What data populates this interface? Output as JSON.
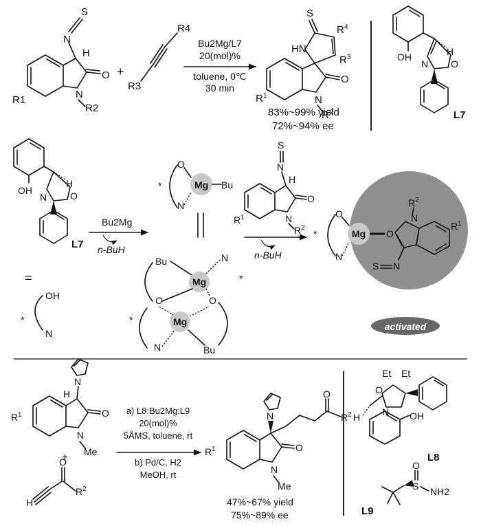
{
  "scheme1": {
    "reagents_line1": "Bu2Mg/L7",
    "reagents_line2": "20(mol)%",
    "conditions_line1": "toluene, 0℃",
    "conditions_line2": "30 min",
    "yield": "83%~99% yield",
    "ee": "72%~94% ee",
    "ligand_label": "L7",
    "substituents": {
      "R1": "R1",
      "R2": "R2",
      "R3": "R3",
      "R4": "R4"
    }
  },
  "mechanism": {
    "ligand_label": "L7",
    "step1_reagent": "Bu2Mg",
    "step1_byproduct": "n-BuH",
    "step2_byproduct": "n-BuH",
    "equals_sign": "=",
    "metal": "Mg",
    "bu": "Bu",
    "oh": "OH",
    "n": "N",
    "o": "O",
    "activated_label": "activated"
  },
  "scheme2": {
    "step_a_line1": "a) L8:Bu2Mg:L9",
    "step_a_line2": "20(mol)%",
    "step_a_line3": "5ÅMS, toluene, rt",
    "step_b_line1": "b) Pd/C, H2",
    "step_b_line2": "MeOH, rt",
    "yield": "47%~67% yield",
    "ee": "75%~89% ee",
    "ligand_L8": "L8",
    "ligand_L9": "L9",
    "me": "Me",
    "nh2": "NH2",
    "et": "Et"
  }
}
